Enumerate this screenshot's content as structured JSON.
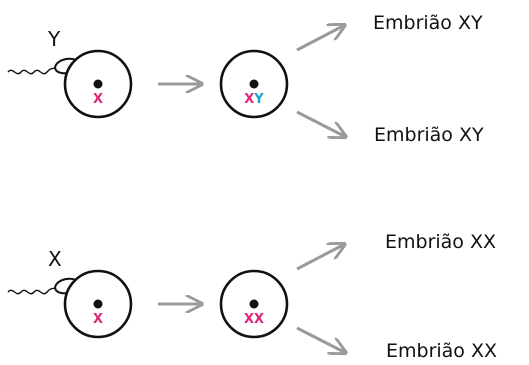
{
  "colors": {
    "ink": "#111111",
    "arrow": "#9a9a9a",
    "x_chromosome": "#e0267a",
    "y_chromosome": "#1aa3d8"
  },
  "rows": [
    {
      "sperm_label": "Y",
      "egg_label": "X",
      "zygote_label_first": "X",
      "zygote_label_second": "Y",
      "embryo_labels": [
        "Embrião XY",
        "Embrião XY"
      ]
    },
    {
      "sperm_label": "X",
      "egg_label": "X",
      "zygote_label_first": "X",
      "zygote_label_second": "X",
      "embryo_labels": [
        "Embrião XX",
        "Embrião XX"
      ]
    }
  ]
}
